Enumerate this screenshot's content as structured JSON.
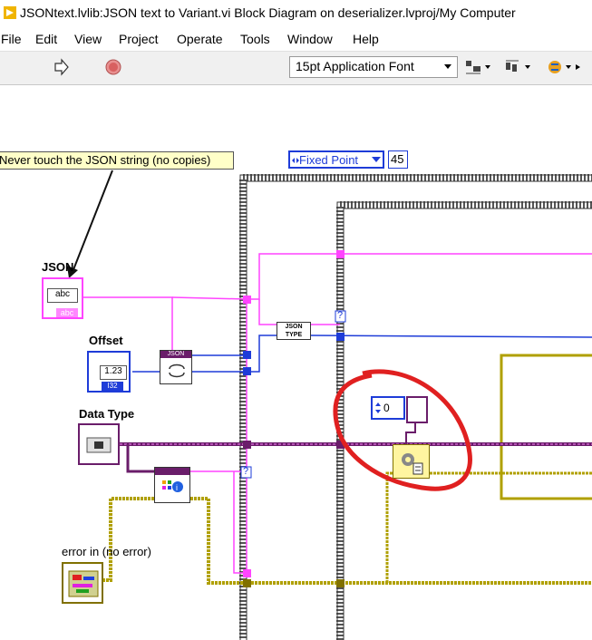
{
  "window": {
    "title": "JSONtext.lvlib:JSON text to Variant.vi Block Diagram on deserializer.lvproj/My Computer",
    "accent": "#f0b400"
  },
  "menu": {
    "items": [
      "File",
      "Edit",
      "View",
      "Project",
      "Operate",
      "Tools",
      "Window",
      "Help"
    ]
  },
  "toolbar": {
    "font_select": "15pt Application Font"
  },
  "diagram": {
    "comment": "Never touch the JSON string (no copies)",
    "fixed_point_label": "Fixed Point",
    "fixed_point_value": "45",
    "labels": {
      "json": "JSON",
      "offset": "Offset",
      "data_type": "Data Type",
      "error_in": "error in (no error)"
    },
    "terminals": {
      "json_abc": "abc",
      "json_abc_sub": "abc",
      "offset_val": "1.23",
      "offset_sub": "I32",
      "json_node_label": "JSON",
      "json_type_label": "JSON\nTYPE",
      "const_zero": "0",
      "question": "?"
    },
    "colors": {
      "string_wire": "#ff44ff",
      "int_wire": "#1e3cd8",
      "variant_wire": "#6a1d6a",
      "error_wire": "#b0a000",
      "loop_border": "#555555",
      "annotation_circle": "#e02020"
    }
  }
}
